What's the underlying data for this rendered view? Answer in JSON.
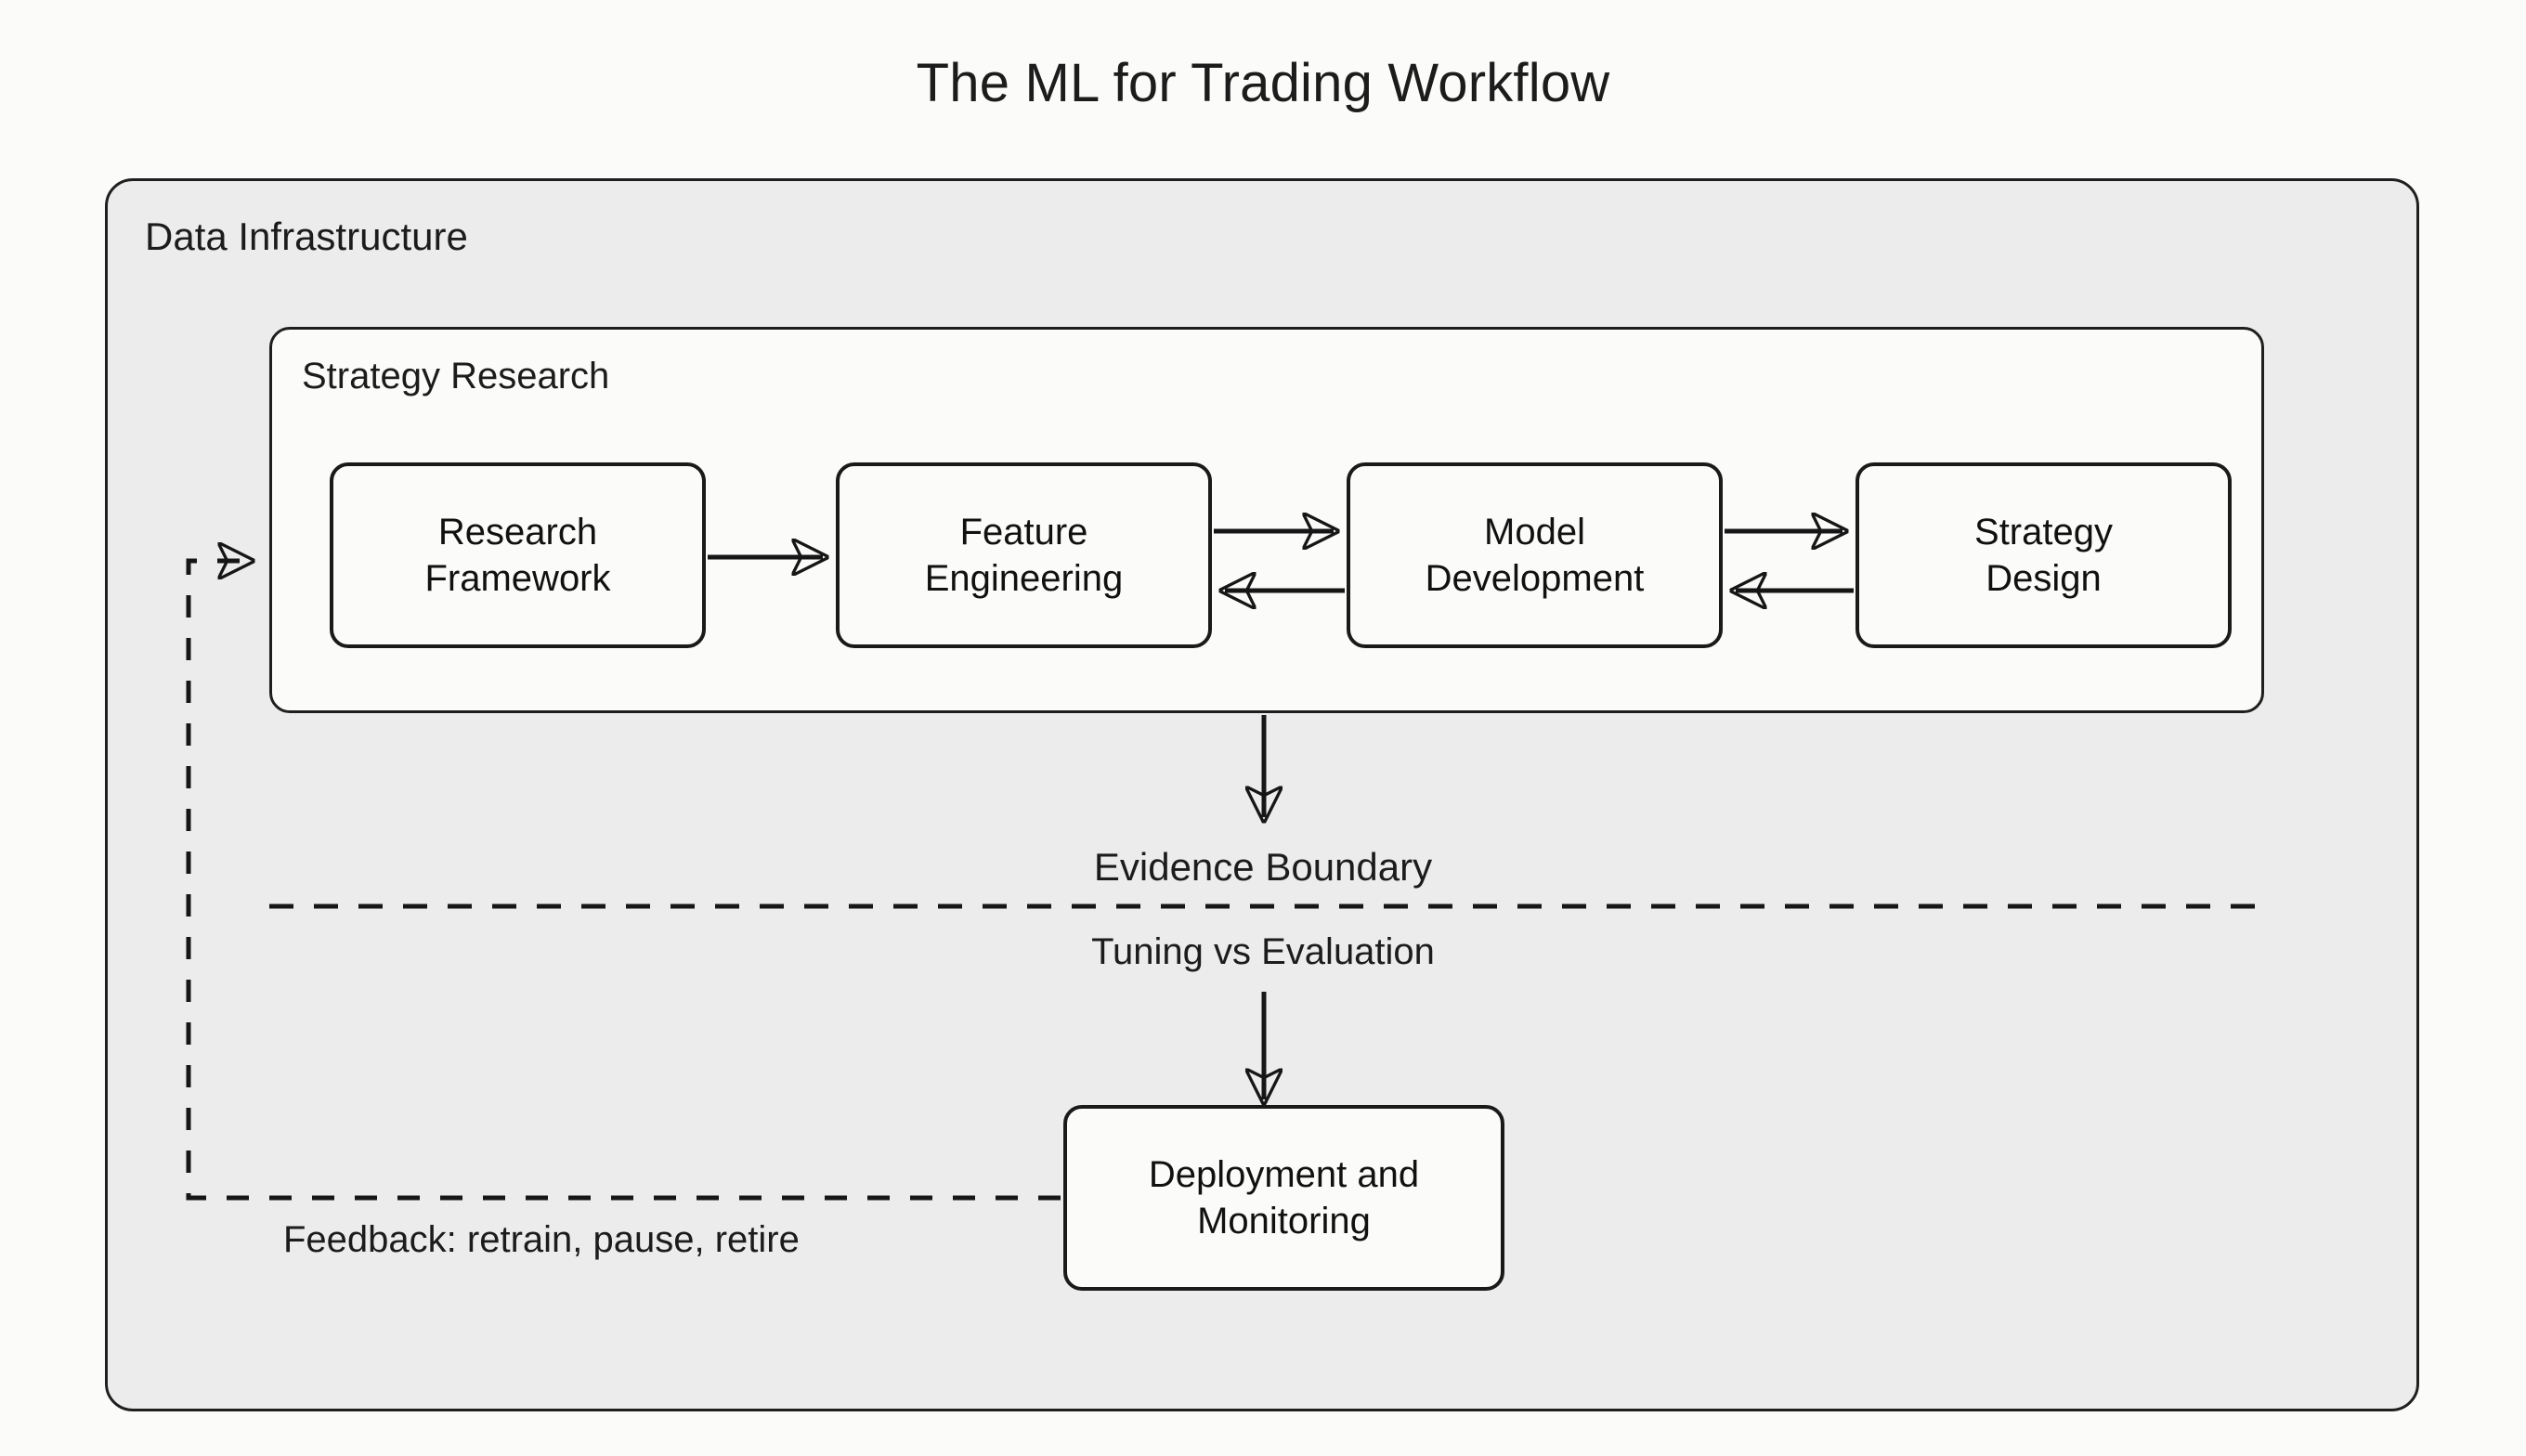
{
  "title": "The ML for Trading Workflow",
  "containers": {
    "outer": {
      "label": "Data Infrastructure",
      "fill": "#ececec",
      "stroke": "#1f1f1f"
    },
    "inner": {
      "label": "Strategy Research",
      "fill": "#fbfbf9",
      "stroke": "#1f1f1f"
    }
  },
  "nodes": [
    {
      "id": "research-framework",
      "label": "Research\nFramework"
    },
    {
      "id": "feature-engineering",
      "label": "Feature\nEngineering"
    },
    {
      "id": "model-development",
      "label": "Model\nDevelopment"
    },
    {
      "id": "strategy-design",
      "label": "Strategy\nDesign"
    },
    {
      "id": "deployment-monitoring",
      "label": "Deployment and\nMonitoring"
    }
  ],
  "annotations": {
    "evidence_boundary": "Evidence Boundary",
    "tuning_vs_evaluation": "Tuning vs Evaluation",
    "feedback": "Feedback: retrain, pause, retire"
  },
  "edges": [
    {
      "from": "research-framework",
      "to": "feature-engineering",
      "style": "solid",
      "direction": "forward"
    },
    {
      "from": "feature-engineering",
      "to": "model-development",
      "style": "solid",
      "direction": "both"
    },
    {
      "from": "model-development",
      "to": "strategy-design",
      "style": "solid",
      "direction": "both"
    },
    {
      "from": "strategy-research",
      "to": "evidence-boundary",
      "style": "solid",
      "direction": "forward"
    },
    {
      "from": "evidence-boundary",
      "to": "deployment-monitoring",
      "style": "solid",
      "direction": "forward"
    },
    {
      "from": "deployment-monitoring",
      "to": "strategy-research",
      "style": "dashed",
      "direction": "forward"
    }
  ],
  "colors": {
    "page_background": "#fbfbf9",
    "node_fill": "#fbfbf9",
    "line": "#161616",
    "text": "#1c1c1c"
  }
}
